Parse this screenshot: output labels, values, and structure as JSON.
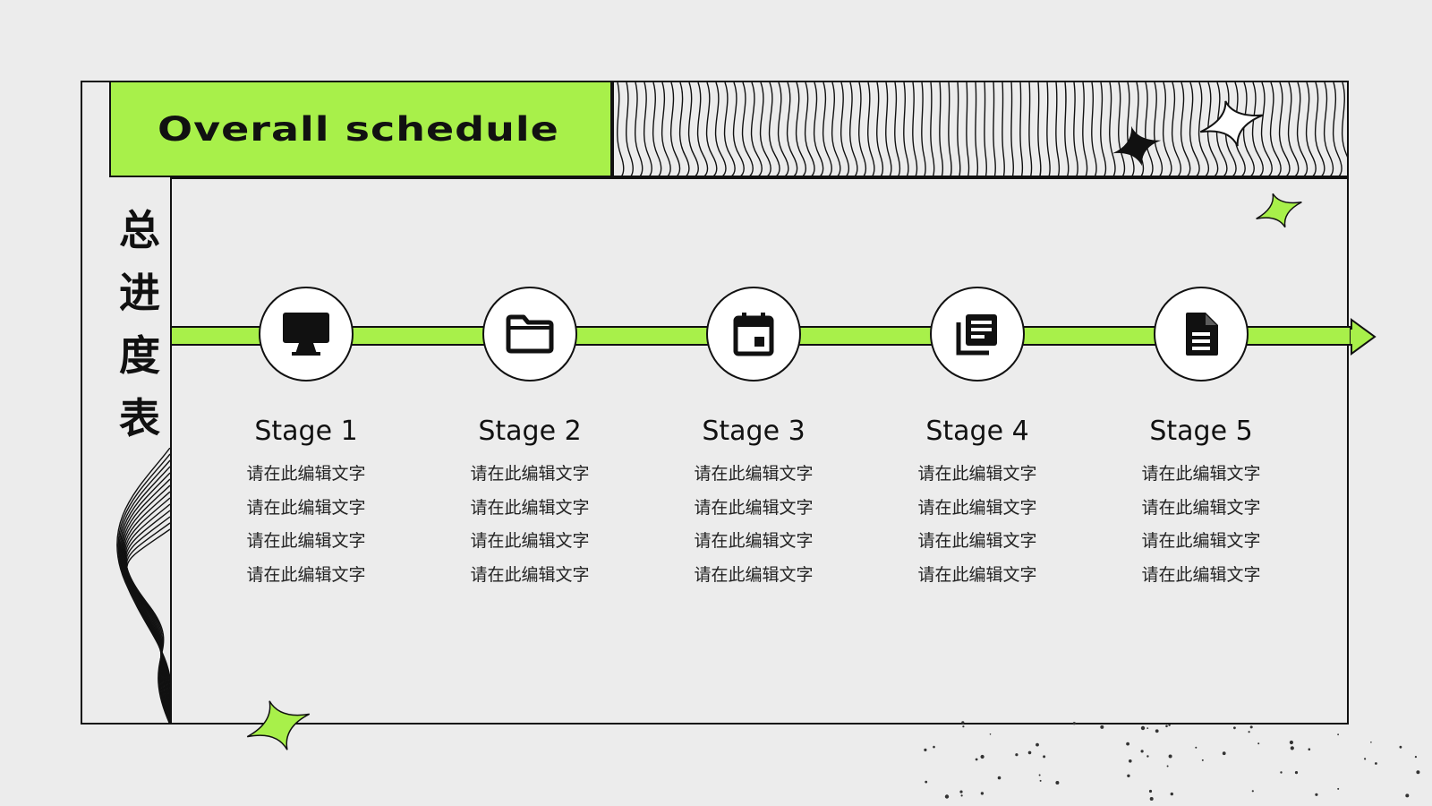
{
  "title": "Overall schedule",
  "vertical_title": [
    "总",
    "进",
    "度",
    "表"
  ],
  "stages": [
    {
      "label": "Stage 1",
      "icon": "monitor-icon",
      "lines": [
        "请在此编辑文字",
        "请在此编辑文字",
        "请在此编辑文字",
        "请在此编辑文字"
      ]
    },
    {
      "label": "Stage 2",
      "icon": "folder-icon",
      "lines": [
        "请在此编辑文字",
        "请在此编辑文字",
        "请在此编辑文字",
        "请在此编辑文字"
      ]
    },
    {
      "label": "Stage 3",
      "icon": "calendar-icon",
      "lines": [
        "请在此编辑文字",
        "请在此编辑文字",
        "请在此编辑文字",
        "请在此编辑文字"
      ]
    },
    {
      "label": "Stage 4",
      "icon": "documents-icon",
      "lines": [
        "请在此编辑文字",
        "请在此编辑文字",
        "请在此编辑文字",
        "请在此编辑文字"
      ]
    },
    {
      "label": "Stage 5",
      "icon": "file-icon",
      "lines": [
        "请在此编辑文字",
        "请在此编辑文字",
        "请在此编辑文字",
        "请在此编辑文字"
      ]
    }
  ],
  "colors": {
    "accent": "#a8f04a",
    "ink": "#111111",
    "background": "#ececec"
  }
}
